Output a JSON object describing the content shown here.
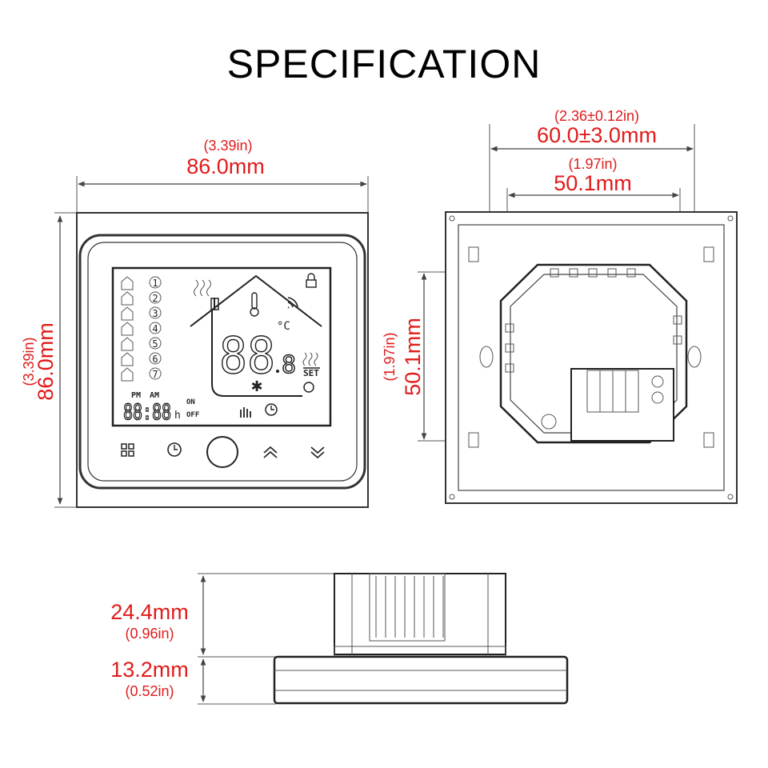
{
  "title": "SPECIFICATION",
  "front_view": {
    "width_in": "(3.39in)",
    "width_mm": "86.0mm",
    "height_in": "(3.39in)",
    "height_mm": "86.0mm",
    "display": {
      "digits": "88",
      "decimal": "8",
      "clock": "88:88",
      "clock_unit": "h",
      "pm": "PM",
      "am": "AM",
      "on": "ON",
      "off": "OFF",
      "set": "SET",
      "celsius": "°C",
      "programs": [
        "1",
        "2",
        "3",
        "4",
        "5",
        "6",
        "7"
      ]
    }
  },
  "back_view": {
    "outer_width_in": "(2.36±0.12in)",
    "outer_width_mm": "60.0±3.0mm",
    "inner_width_in": "(1.97in)",
    "inner_width_mm": "50.1mm",
    "height_in": "(1.97in)",
    "height_mm": "50.1mm"
  },
  "side_view": {
    "depth_mm": "24.4mm",
    "depth_in": "(0.96in)",
    "panel_mm": "13.2mm",
    "panel_in": "(0.52in)"
  }
}
